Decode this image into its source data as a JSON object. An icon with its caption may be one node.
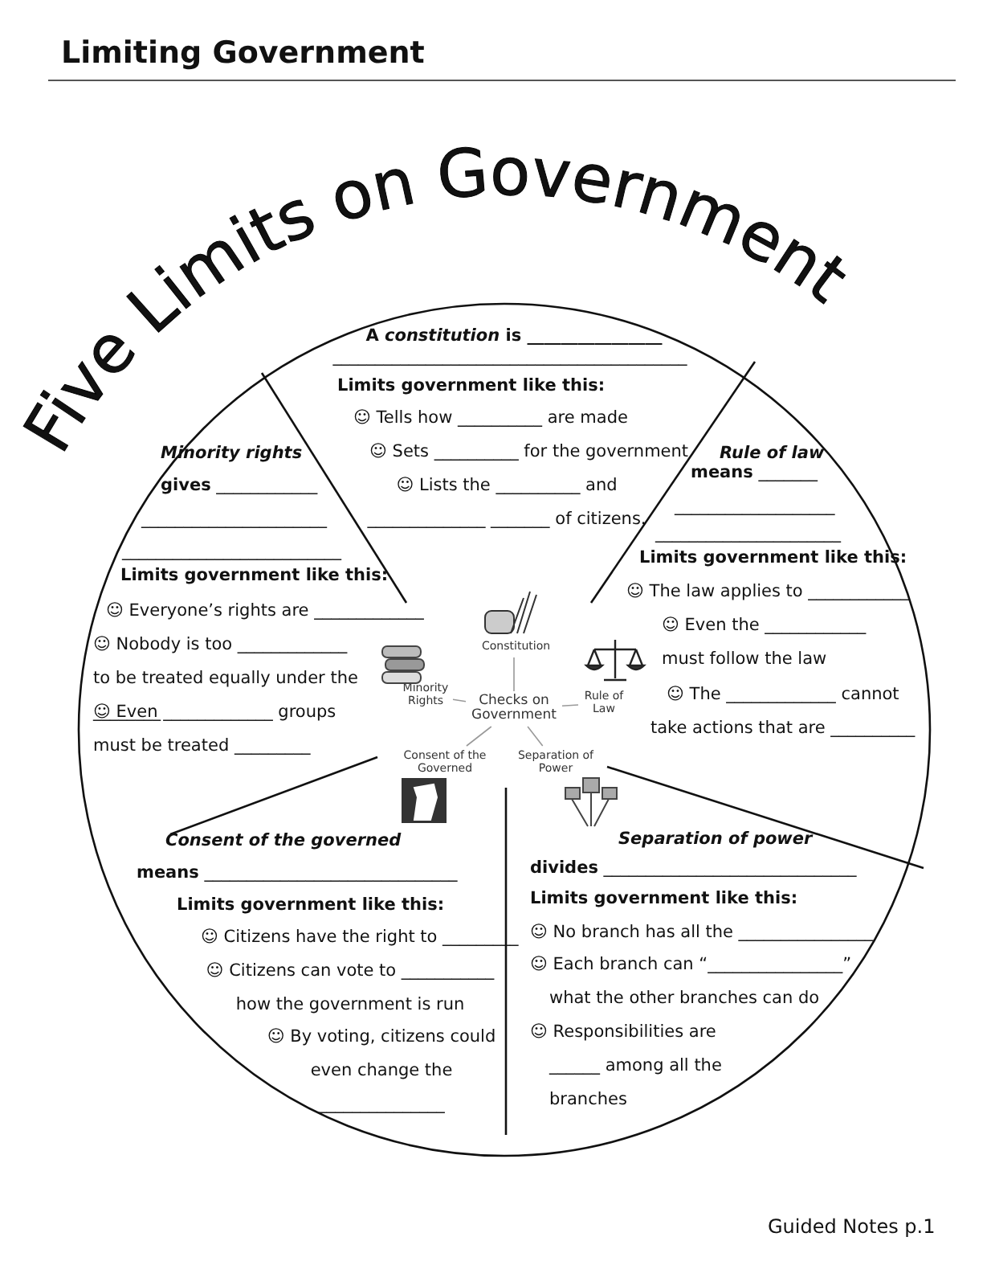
{
  "diagram": {
    "title": "Limiting Government",
    "nodes": [
      {
        "text": [],
        "shape": "circle"
      },
      {
        "text": [
          "A *constitution* is ________________",
          "__________________________________________",
          "Limits government like this:",
          "☺ Tells how __________ are made",
          "☺ Sets __________ for the government",
          "☺ Lists the __________ and ______________ _______ of citizens."
        ],
        "in": 0
      },
      {
        "text": [
          "Minority rights",
          "**gives** ____________",
          "______________________",
          "__________________________",
          "Limits government like this:",
          "☺ Everyone’s rights are _____________",
          "☺ Nobody is too _____________ to be treated equally under the ________",
          "☺ Even _____________ groups must be treated _________"
        ],
        "in": 0
      },
      {
        "text": [
          "Rule of law",
          "**means** _______",
          "___________________",
          "______________________",
          "Limits government like this:",
          "☺ The law applies to ____________",
          "☺ Even the ____________ must follow the law",
          "☺ The _____________ cannot take actions that are __________"
        ],
        "in": 0
      },
      {
        "text": [
          "Consent of the governed",
          "**means** ______________________________",
          "Limits government like this:",
          "☺ Citizens have the right to _________",
          "☺ Citizens can vote to ___________ how the government is run",
          "☺ By voting, citizens could even change the _______________"
        ],
        "in": 0
      },
      {
        "text": [
          "Separation of power",
          "**divides** ______________________________",
          "Limits government like this:",
          "☺ No branch has all the ________________",
          "☺ Each branch can “________________” what the other branches can do",
          "☺ Responsibilities are ______ among all the branches"
        ],
        "in": 0
      },
      {
        "text": [
          "Checks on Government"
        ],
        "in": 0
      },
      {
        "text": [
          "Constitution"
        ],
        "in": 0
      },
      {
        "text": [
          "Minority Rights"
        ],
        "in": 0
      },
      {
        "text": [
          "Rule of Law"
        ],
        "in": 0
      },
      {
        "text": [
          "Consent of the Governed"
        ],
        "in": 0
      },
      {
        "text": [
          "Separation of Power"
        ],
        "in": 0
      }
    ],
    "edges": [
      {
        "from": 6,
        "to": 7,
        "arrow": "none"
      },
      {
        "from": 6,
        "to": 8,
        "arrow": "none"
      },
      {
        "from": 6,
        "to": 9,
        "arrow": "none"
      },
      {
        "from": 6,
        "to": 10,
        "arrow": "none"
      },
      {
        "from": 6,
        "to": 11,
        "arrow": "none"
      }
    ],
    "labels": [
      "Five Limits on Government",
      "Guided Notes p.1"
    ]
  }
}
